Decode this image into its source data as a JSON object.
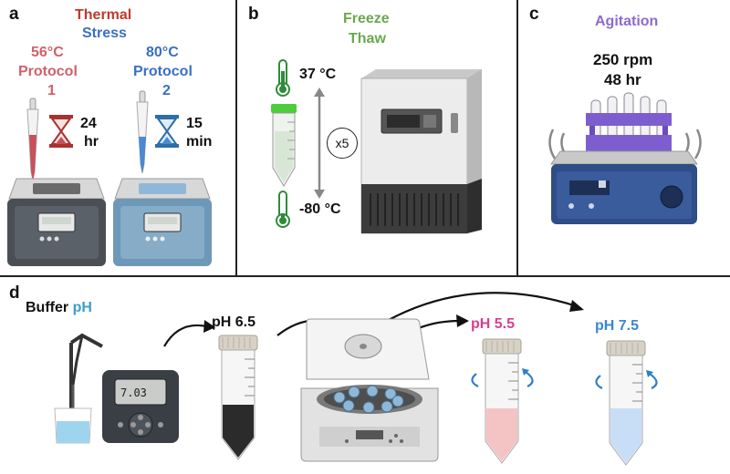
{
  "colors": {
    "thermal": "#c0392b",
    "stress": "#3a6fc4",
    "protocol1": "#d0606a",
    "protocol2": "#3a6fc4",
    "freeze": "#6aa84f",
    "agitation": "#8e6ad0",
    "ph_accent": "#3aa0c8",
    "ph55": "#d6408f",
    "ph75": "#3a86d8",
    "hourglass_red": "#a8322e",
    "hourglass_blue": "#2e6ea8",
    "thermometer": "#2e8b3a"
  },
  "panel_a": {
    "letter": "a",
    "title_line1": "Thermal",
    "title_line2": "Stress",
    "protocol1": {
      "temp": "56°C",
      "name": "Protocol",
      "number": "1",
      "time_value": "24",
      "time_unit": "hr"
    },
    "protocol2": {
      "temp": "80°C",
      "name": "Protocol",
      "number": "2",
      "time_value": "15",
      "time_unit": "min"
    }
  },
  "panel_b": {
    "letter": "b",
    "title_line1": "Freeze",
    "title_line2": "Thaw",
    "temp_high": "37 °C",
    "temp_low": "-80 °C",
    "cycles": "x5"
  },
  "panel_c": {
    "letter": "c",
    "title": "Agitation",
    "speed": "250 rpm",
    "duration": "48 hr"
  },
  "panel_d": {
    "letter": "d",
    "title_prefix": "Buffer ",
    "title_accent": "pH",
    "meter_display": "7.03",
    "ph_start": "pH 6.5",
    "ph_low": "pH 5.5",
    "ph_high": "pH 7.5"
  }
}
